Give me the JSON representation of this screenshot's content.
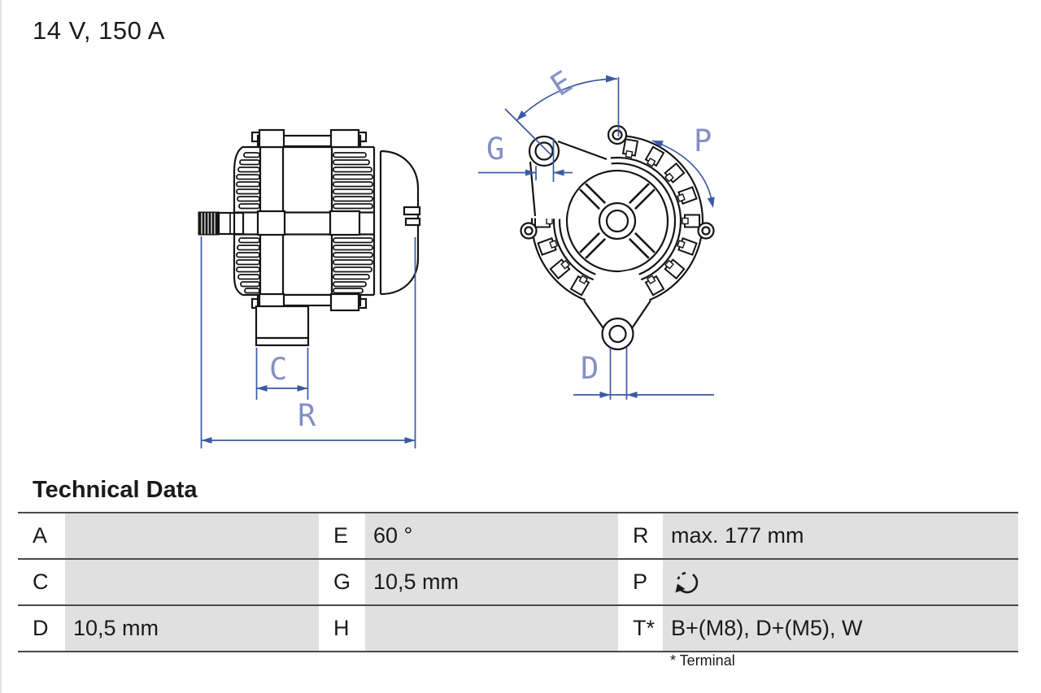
{
  "page": {
    "title": "14 V, 150 A",
    "section_heading": "Technical Data",
    "footnote": "* Terminal"
  },
  "diagram": {
    "labels": {
      "c": "C",
      "r": "R",
      "e": "E",
      "g": "G",
      "p": "P",
      "d": "D"
    },
    "icons": [
      "alternator-side-view",
      "alternator-front-view",
      "rotation-direction-icon"
    ]
  },
  "table": {
    "rows": [
      [
        {
          "k": "A",
          "v": ""
        },
        {
          "k": "E",
          "v": "60 °"
        },
        {
          "k": "R",
          "v": "max. 177 mm"
        }
      ],
      [
        {
          "k": "C",
          "v": ""
        },
        {
          "k": "G",
          "v": "10,5 mm"
        },
        {
          "k": "P",
          "v": "",
          "icon": "rotation-direction"
        }
      ],
      [
        {
          "k": "D",
          "v": "10,5 mm"
        },
        {
          "k": "H",
          "v": ""
        },
        {
          "k": "T*",
          "v": "B+(M8), D+(M5), W"
        }
      ]
    ]
  },
  "colors": {
    "dimension_line": "#3a5aa6",
    "dimension_label": "#8490c4",
    "drawing_line": "#151515",
    "table_cell_bg": "#e0e0e0",
    "table_border": "#4a4a4a",
    "text": "#1a1a1a"
  }
}
